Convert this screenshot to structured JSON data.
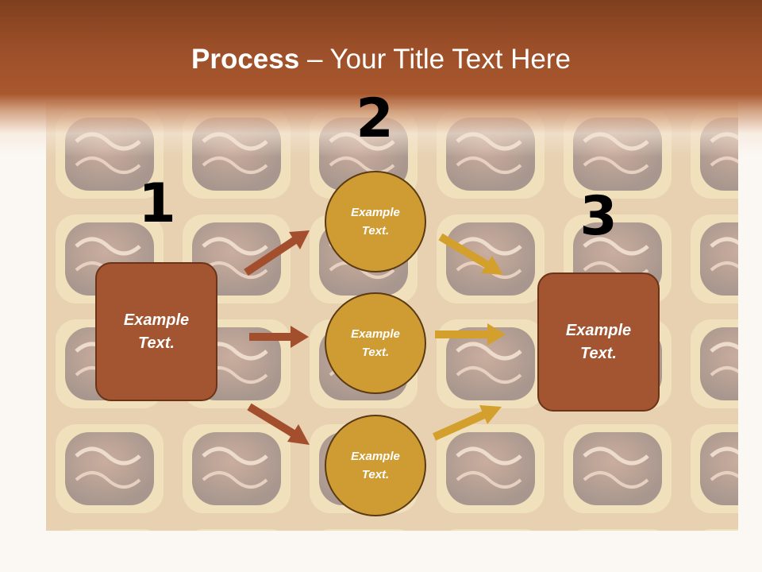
{
  "slide": {
    "title_bold": "Process",
    "title_rest": " – Your Title Text Here"
  },
  "steps": {
    "one": {
      "number": "1",
      "text": "Example Text."
    },
    "two": {
      "number": "2"
    },
    "three": {
      "number": "3",
      "text": "Example Text."
    }
  },
  "circles": [
    {
      "text": "Example Text."
    },
    {
      "text": "Example Text."
    },
    {
      "text": "Example Text."
    }
  ],
  "colors": {
    "header": "#a9582e",
    "box_fill": "#a35431",
    "circle_fill": "#cf9b33",
    "arrow_brown": "#a34f2e",
    "arrow_gold": "#d3a02e"
  }
}
